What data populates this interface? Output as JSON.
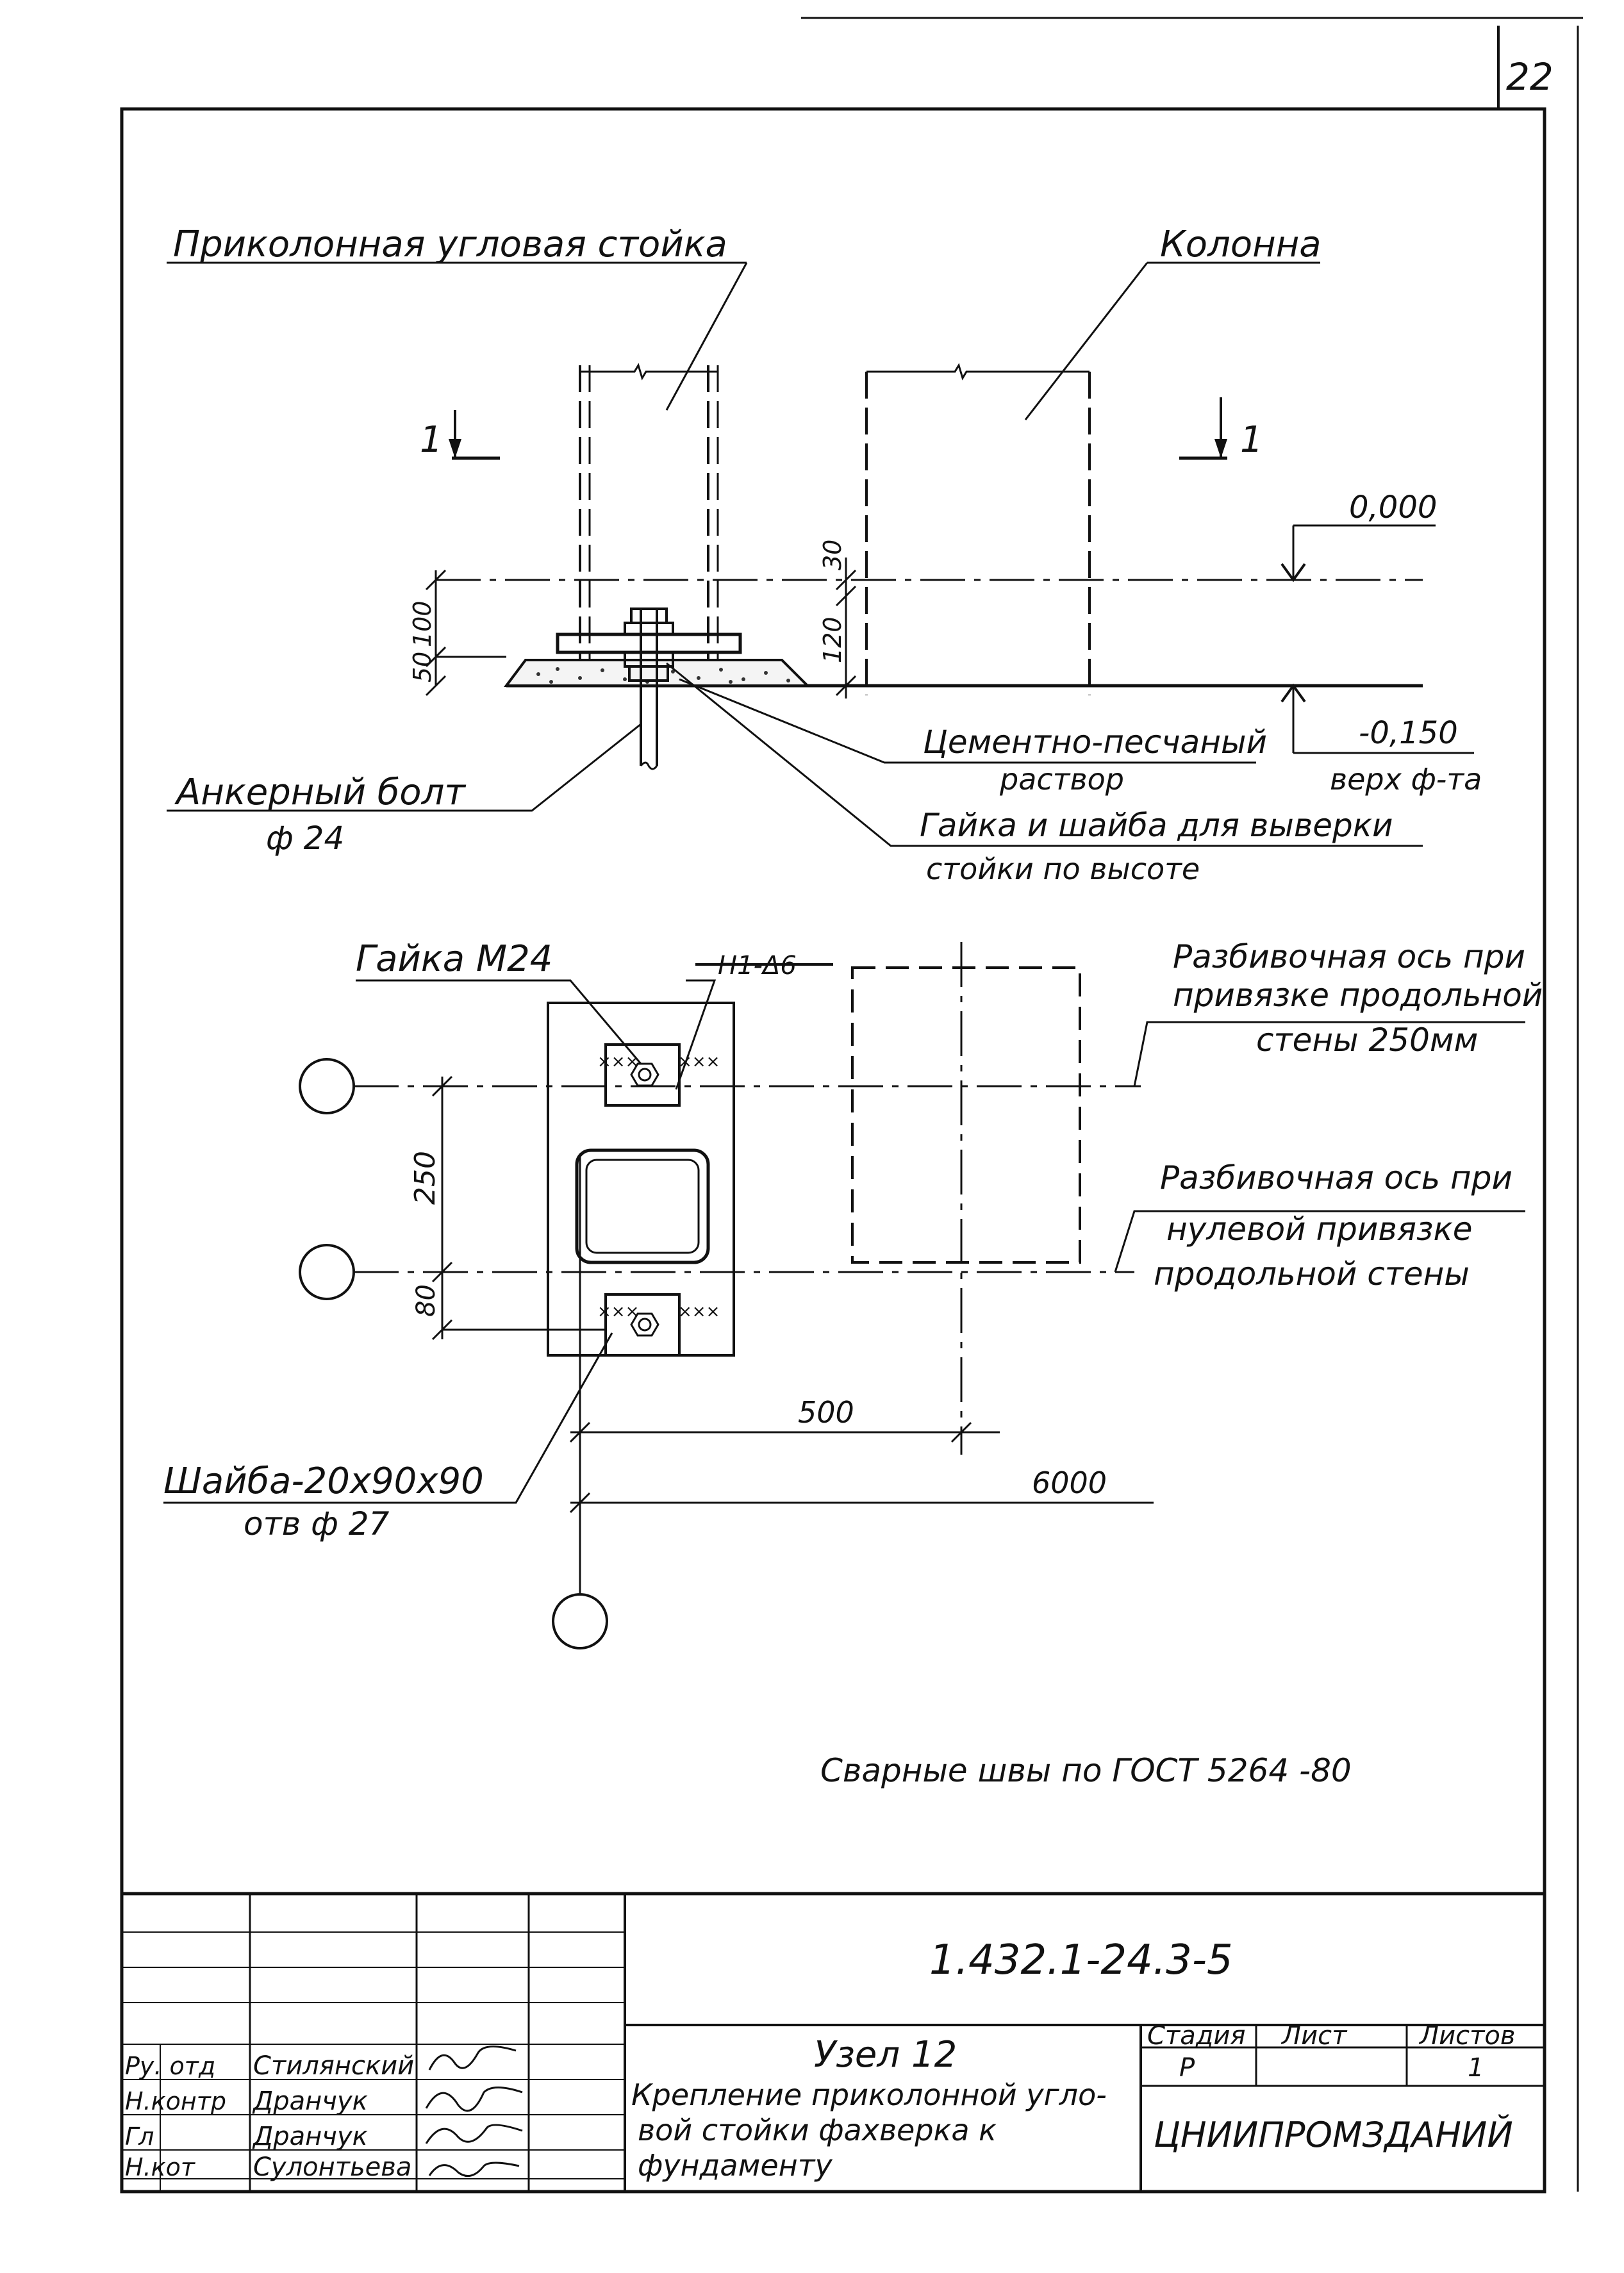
{
  "sheet": {
    "page_number": "22",
    "labels": {
      "corner_post": "Приколонная угловая стойка",
      "column": "Колонна",
      "section_mark": "1",
      "level_top": "0,000",
      "level_bottom": "-0,150",
      "foundation_top": "верх ф-та",
      "mortar_line1": "Цементно-песчаный",
      "mortar_line2": "раствор",
      "nut_washer_line1": "Гайка и шайба для выверки",
      "nut_washer_line2": "стойки по высоте",
      "anchor_bolt_line1": "Анкерный болт",
      "anchor_bolt_line2": "ф 24",
      "section_title": "1 — 1",
      "nut_m24": "Гайка М24",
      "weld_mark": "Н1-Δ6",
      "axis1_line1": "Разбивочная ось при",
      "axis1_line2": "привязке продольной",
      "axis1_line3": "стены 250мм",
      "axis2_line1": "Разбивочная ось при",
      "axis2_line2": "нулевой привязке",
      "axis2_line3": "продольной стены",
      "washer_line1": "Шайба-20х90х90",
      "washer_line2": "отв ф 27",
      "weld_note": "Сварные швы по ГОСТ 5264 -80"
    },
    "dimensions": {
      "d100": "100",
      "d50": "50",
      "d30": "30",
      "d120": "120",
      "d250": "250",
      "d80": "80",
      "d500": "500",
      "d6000": "6000"
    }
  },
  "title_block": {
    "doc_code": "1.432.1-24.3-5",
    "node_title": "Узел 12",
    "description_line1": "Крепление приколонной угло-",
    "description_line2": "вой стойки фахверка к",
    "description_line3": "фундаменту",
    "stage_header": "Стадия",
    "sheet_header": "Лист",
    "sheets_header": "Листов",
    "stage_value": "Р",
    "sheet_value": "",
    "sheets_value": "1",
    "organization": "ЦНИИПРОМЗДАНИЙ",
    "signatures": [
      {
        "role": "Ру. отд",
        "name": "Стилянский"
      },
      {
        "role": "Н.контр",
        "name": "Дранчук"
      },
      {
        "role": "Гл",
        "name": "Дранчук"
      },
      {
        "role": "Н.кот",
        "name": "Сулонтьева"
      }
    ]
  }
}
